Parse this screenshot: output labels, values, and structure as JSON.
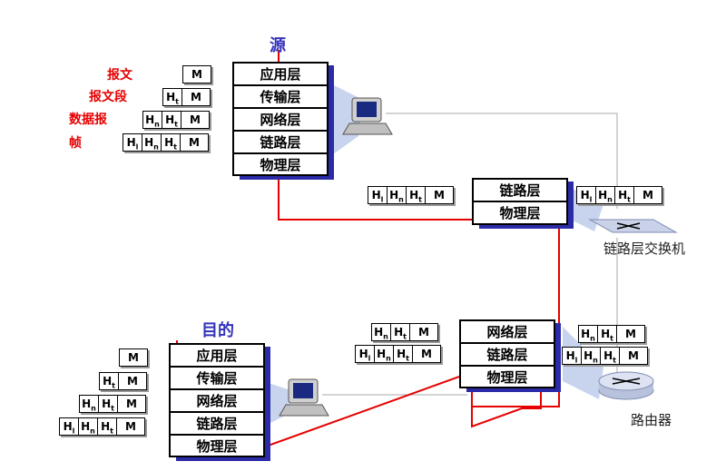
{
  "source": {
    "title": "源",
    "layers": [
      "应用层",
      "传输层",
      "网络层",
      "链路层",
      "物理层"
    ]
  },
  "dest": {
    "title": "目的",
    "layers": [
      "应用层",
      "传输层",
      "网络层",
      "链路层",
      "物理层"
    ]
  },
  "switch": {
    "layers": [
      "链路层",
      "物理层"
    ],
    "label": "链路层交换机"
  },
  "router": {
    "layers": [
      "网络层",
      "链路层",
      "物理层"
    ],
    "label": "路由器"
  },
  "pdu_labels": [
    "报文",
    "报文段",
    "数据报",
    "帧"
  ],
  "header": {
    "m": "M",
    "h": "H",
    "t": "t",
    "n": "n",
    "l": "l"
  },
  "colors": {
    "path": "#e60000",
    "stack_shadow": "#2b2ba8",
    "title": "#3333bb"
  }
}
